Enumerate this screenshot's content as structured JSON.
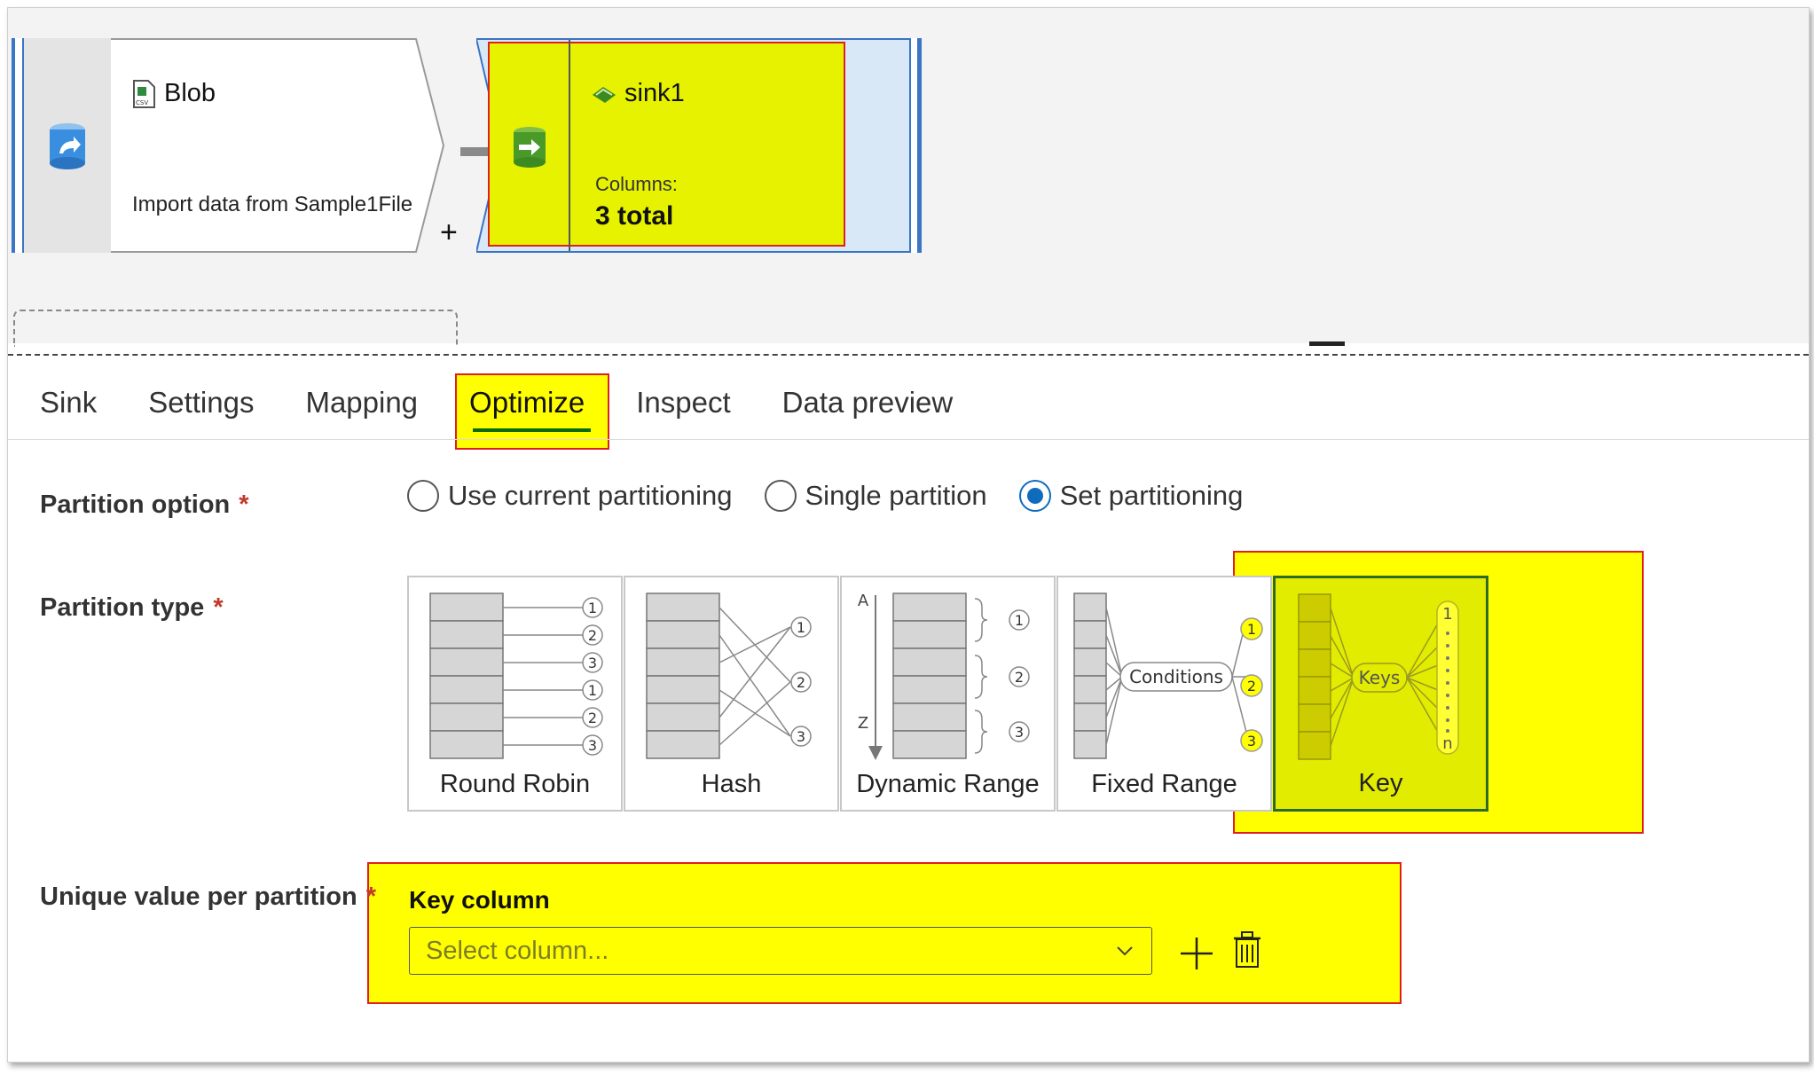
{
  "blob_node": {
    "title": "Blob",
    "description": "Import data from Sample1File",
    "file_icon": "csv-file-icon",
    "source_icon": "blob-storage-icon"
  },
  "sink_node": {
    "title": "sink1",
    "columns_label": "Columns:",
    "columns_value": "3 total",
    "sink_icon": "sink-icon"
  },
  "tabs": [
    {
      "label": "Sink"
    },
    {
      "label": "Settings"
    },
    {
      "label": "Mapping"
    },
    {
      "label": "Optimize"
    },
    {
      "label": "Inspect"
    },
    {
      "label": "Data preview"
    }
  ],
  "active_tab": "Optimize",
  "partition_option": {
    "label": "Partition option",
    "required": "*",
    "options": [
      "Use current partitioning",
      "Single partition",
      "Set partitioning"
    ],
    "selected": "Set partitioning"
  },
  "partition_type": {
    "label": "Partition type",
    "required": "*",
    "types": [
      "Round Robin",
      "Hash",
      "Dynamic Range",
      "Fixed Range",
      "Key"
    ],
    "selected": "Key",
    "diagram_labels": {
      "round_robin": [
        "1",
        "2",
        "3",
        "1",
        "2",
        "3"
      ],
      "hash": [
        "1",
        "2",
        "3"
      ],
      "dynamic": {
        "axis_top": "A",
        "axis_bottom": "Z",
        "nums": [
          "1",
          "2",
          "3"
        ]
      },
      "fixed": {
        "label": "Conditions",
        "nums": [
          "1",
          "2",
          "3"
        ]
      },
      "key": {
        "label": "Keys",
        "top": "1",
        "bottom": "n"
      }
    }
  },
  "unique_value": {
    "label": "Unique value per partition",
    "required": "*",
    "key_column_label": "Key column",
    "select_placeholder": "Select column..."
  },
  "colors": {
    "accent": "#0f6cbd",
    "highlight": "#ffff00",
    "highlight_border": "#e02020",
    "active_tab_underline": "#0b6a0b"
  }
}
